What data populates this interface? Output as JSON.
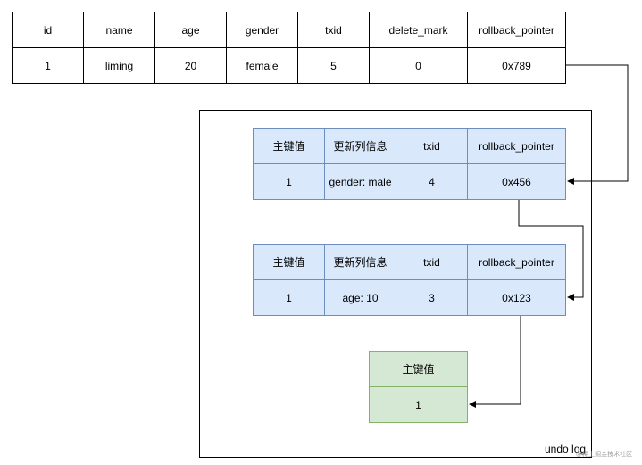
{
  "main_table": {
    "headers": [
      "id",
      "name",
      "age",
      "gender",
      "txid",
      "delete_mark",
      "rollback_pointer"
    ],
    "row": [
      "1",
      "liming",
      "20",
      "female",
      "5",
      "0",
      "0x789"
    ]
  },
  "undo_record_1": {
    "headers": [
      "主键值",
      "更新列信息",
      "txid",
      "rollback_pointer"
    ],
    "row": [
      "1",
      "gender: male",
      "4",
      "0x456"
    ]
  },
  "undo_record_2": {
    "headers": [
      "主键值",
      "更新列信息",
      "txid",
      "rollback_pointer"
    ],
    "row": [
      "1",
      "age: 10",
      "3",
      "0x123"
    ]
  },
  "undo_record_3": {
    "header": "主键值",
    "value": "1"
  },
  "undo_log_label": "undo log",
  "watermark": "@稀土掘金技术社区",
  "colors": {
    "blue_fill": "#dae8fc",
    "blue_stroke": "#6c8ebf",
    "green_fill": "#d5e8d4",
    "green_stroke": "#82b366"
  }
}
